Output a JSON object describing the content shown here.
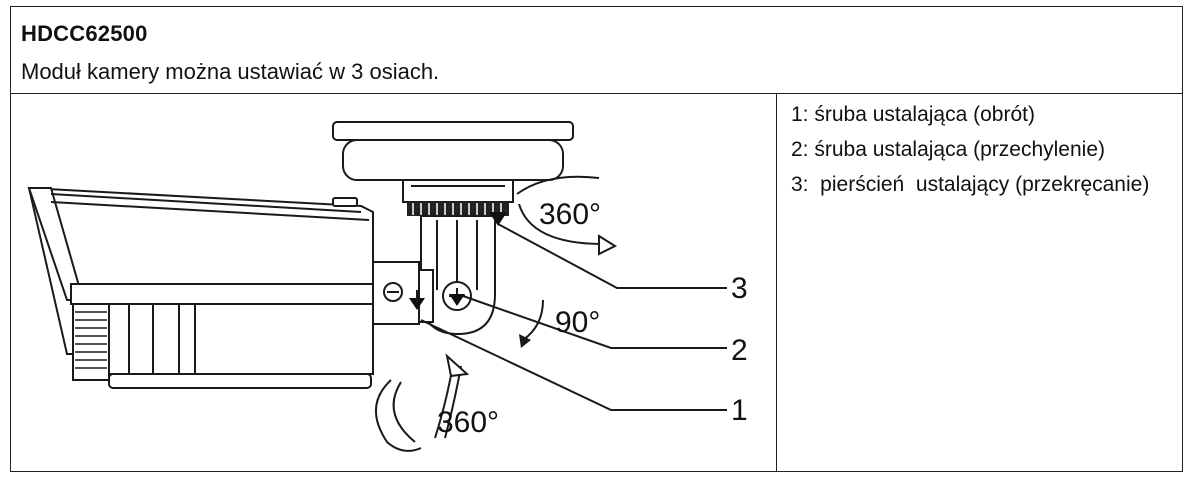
{
  "header": {
    "model": "HDCC62500",
    "description": "Moduł kamery można ustawiać w 3 osiach."
  },
  "figure": {
    "angle_top": "360°",
    "angle_tilt": "90°",
    "angle_bottom": "360°",
    "callouts": [
      "3",
      "2",
      "1"
    ]
  },
  "legend": {
    "items": [
      "1: śruba ustalająca (obrót)",
      "2: śruba ustalająca (przechylenie)",
      "3:  pierścień  ustalający (przekręcanie)"
    ]
  }
}
